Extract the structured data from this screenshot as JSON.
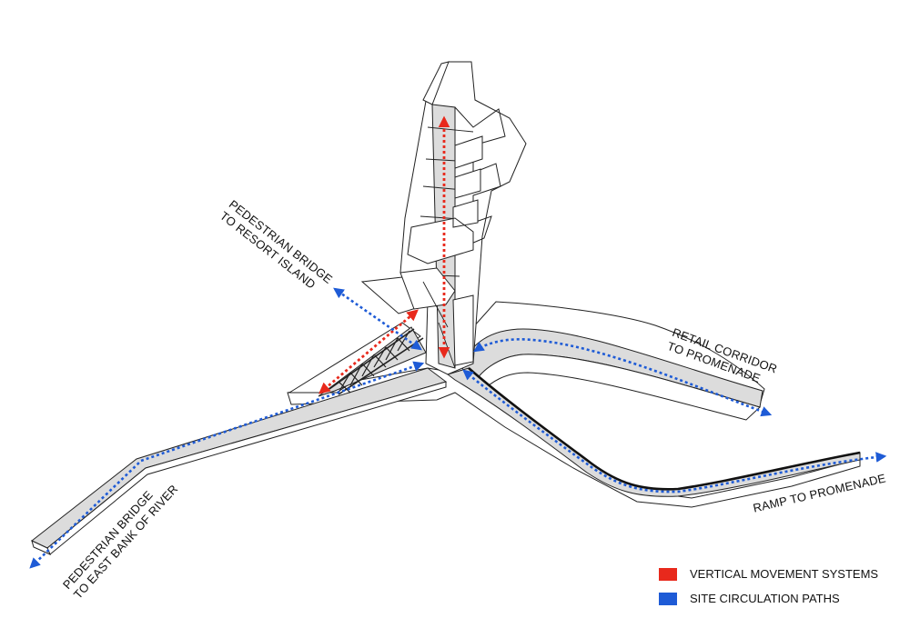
{
  "labels": {
    "bridge_resort": {
      "line1": "PEDESTRIAN BRIDGE",
      "line2": "TO RESORT ISLAND"
    },
    "retail": {
      "line1": "RETAIL CORRIDOR",
      "line2": "TO PROMENADE"
    },
    "ramp": {
      "line1": "RAMP TO PROMENADE"
    },
    "bridge_east": {
      "line1": "PEDESTRIAN BRIDGE",
      "line2": "TO EAST BANK OF RIVER"
    }
  },
  "legend": [
    {
      "label": "VERTICAL MOVEMENT SYSTEMS",
      "color": "#e8291c"
    },
    {
      "label": "SITE CIRCULATION PATHS",
      "color": "#1e5bd6"
    }
  ],
  "colors": {
    "vertical": "#e8291c",
    "site": "#1e5bd6",
    "fill": "#dcdcdc",
    "stroke": "#222222"
  }
}
